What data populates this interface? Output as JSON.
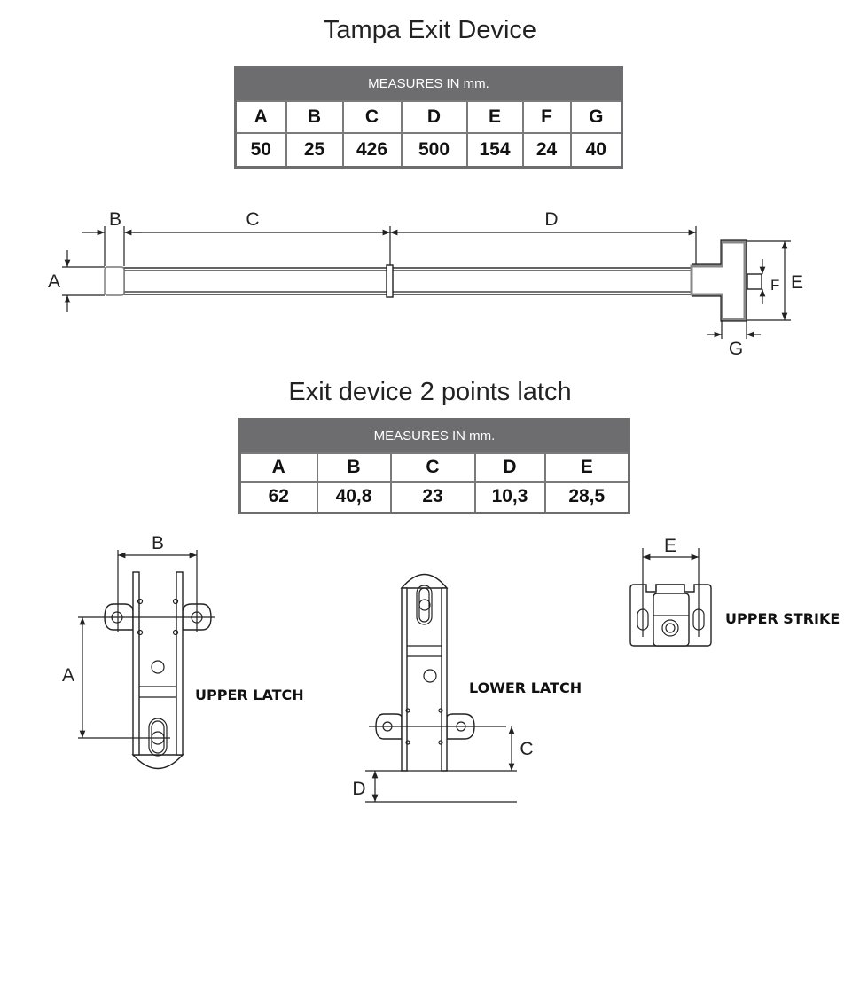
{
  "section1": {
    "title": "Tampa Exit Device",
    "table": {
      "header": "MEASURES IN mm.",
      "columns": [
        "A",
        "B",
        "C",
        "D",
        "E",
        "F",
        "G"
      ],
      "values": [
        "50",
        "25",
        "426",
        "500",
        "154",
        "24",
        "40"
      ]
    },
    "dimension_labels": {
      "A": "A",
      "B": "B",
      "C": "C",
      "D": "D",
      "E": "E",
      "F": "F",
      "G": "G"
    }
  },
  "section2": {
    "title": "Exit device 2 points latch",
    "table": {
      "header": "MEASURES IN mm.",
      "columns": [
        "A",
        "B",
        "C",
        "D",
        "E"
      ],
      "values": [
        "62",
        "40,8",
        "23",
        "10,3",
        "28,5"
      ]
    },
    "dimension_labels": {
      "A": "A",
      "B": "B",
      "C": "C",
      "D": "D",
      "E": "E"
    },
    "parts": {
      "upper_latch": "UPPER LATCH",
      "lower_latch": "LOWER LATCH",
      "upper_strike": "UPPER STRIKE"
    }
  }
}
